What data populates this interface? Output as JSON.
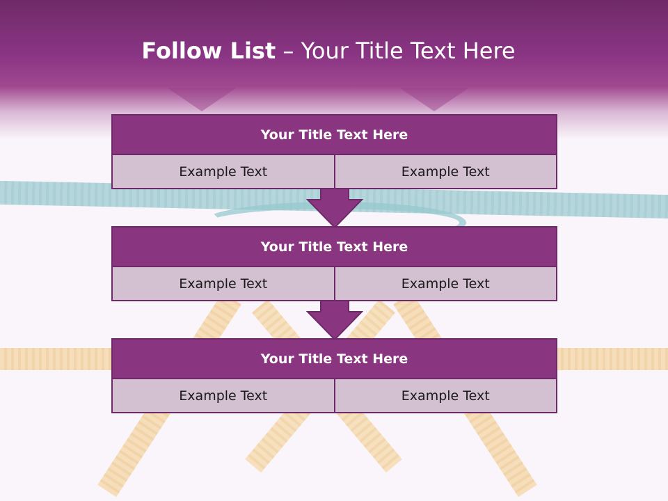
{
  "slide": {
    "title_bold": "Follow List",
    "title_rest": " – Your Title Text Here"
  },
  "blocks": [
    {
      "title": "Your Title Text Here",
      "cells": [
        "Example Text",
        "Example Text"
      ]
    },
    {
      "title": "Your Title Text Here",
      "cells": [
        "Example Text",
        "Example Text"
      ]
    },
    {
      "title": "Your Title Text Here",
      "cells": [
        "Example Text",
        "Example Text"
      ]
    }
  ],
  "colors": {
    "accent": "#8a3580",
    "border": "#6e2a68",
    "cell_background": "#d3c0d1"
  }
}
